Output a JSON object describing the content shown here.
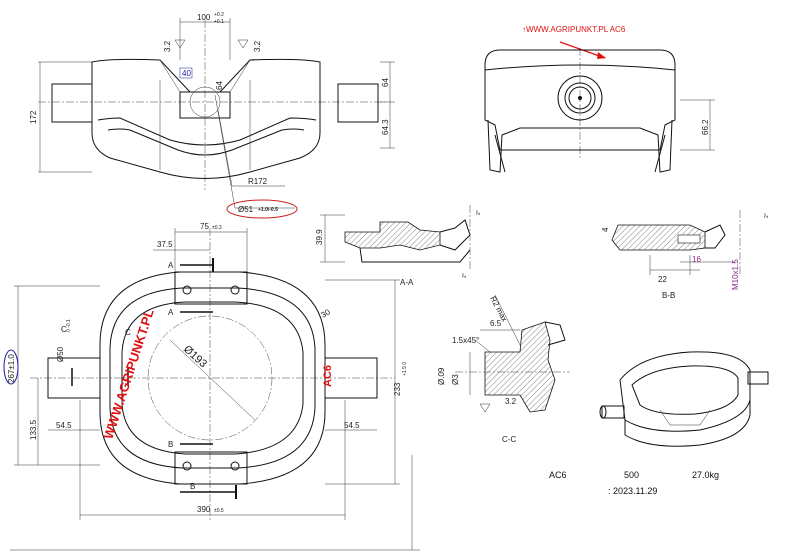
{
  "watermark_top": "↑WWW.AGRIPUNKT.PL      AC6",
  "watermark_side": "WWW.AGRIPUNKT.PL",
  "watermark_ac6": "AC6",
  "logo_colors": {
    "red": "#e01010",
    "blue": "#1a1aa0",
    "purple": "#8a2a8a"
  },
  "top_view": {
    "d100": "100",
    "d100_tol_top": "+0.2",
    "d100_tol_bot": "+0.1",
    "d32a": "3.2",
    "d32b": "3.2",
    "d40": "40",
    "d64v": "64",
    "d172": "172",
    "d64": "64",
    "d643": "64.3",
    "r172": "R172",
    "phi51": "Ø51",
    "phi51_tol": "+1.0/-0.5"
  },
  "front_view": {
    "d662": "66.2"
  },
  "section_aa": {
    "label": "A-A",
    "d399": "39.9",
    "deg2a": "2°",
    "deg2b": "2°"
  },
  "section_bb": {
    "label": "B-B",
    "d4": "4",
    "d16": "16",
    "d22": "22",
    "m10": "M10x1.5",
    "deg2": "2°"
  },
  "section_cc": {
    "label": "C-C",
    "r2": "R2 max",
    "d65": "6.5",
    "ch": "1.5x45°",
    "phi09": "Ø.09",
    "phi3": "Ø3",
    "d32": "3.2"
  },
  "plan_view": {
    "d75": "75",
    "d75_tol": "±0.3",
    "d375": "37.5",
    "d30": "30",
    "phi193": "Ø193",
    "phi50": "Ø50",
    "phi50_tol": "0 -0.1",
    "d2671": "267±1.0",
    "d1335": "133.5",
    "d545a": "54.5",
    "d545b": "54.5",
    "d233": "233",
    "d233_tol": "+1.5 0",
    "d390": "390",
    "d390_tol": "±0.5",
    "A": "A",
    "B": "B",
    "C": "C"
  },
  "info": {
    "part": "AC6",
    "qty": "500",
    "weight": "27.0kg",
    "date": ": 2023.11.29"
  }
}
